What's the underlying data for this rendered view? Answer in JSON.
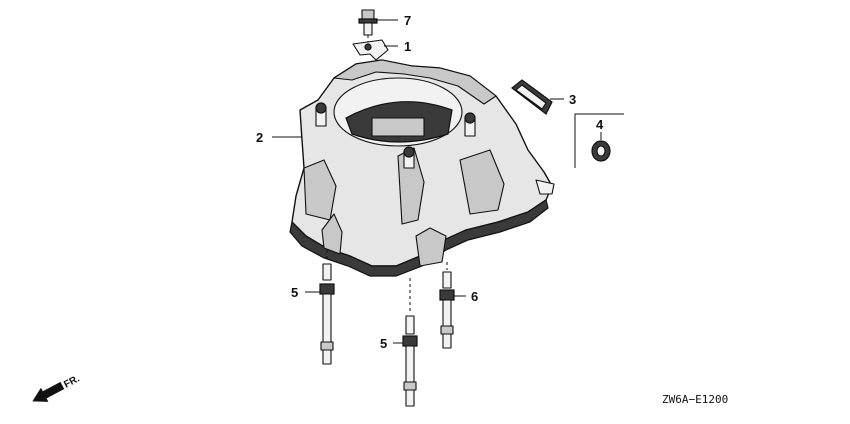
{
  "diagram": {
    "callouts": [
      {
        "id": "c7",
        "label": "7"
      },
      {
        "id": "c1",
        "label": "1"
      },
      {
        "id": "c3",
        "label": "3"
      },
      {
        "id": "c2",
        "label": "2"
      },
      {
        "id": "c4",
        "label": "4"
      },
      {
        "id": "c5a",
        "label": "5"
      },
      {
        "id": "c6",
        "label": "6"
      },
      {
        "id": "c5b",
        "label": "5"
      }
    ],
    "direction_label": "FR.",
    "diagram_code": "ZW6A−E1200"
  }
}
